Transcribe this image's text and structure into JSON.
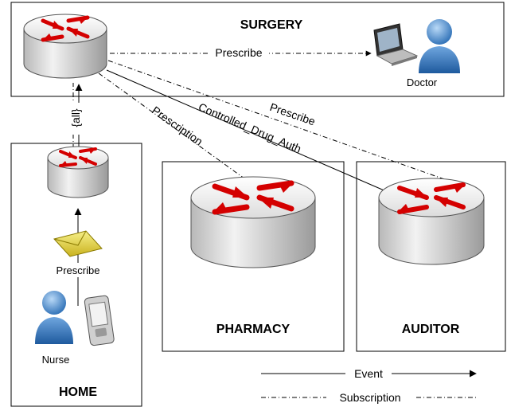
{
  "zones": {
    "surgery": "SURGERY",
    "pharmacy": "PHARMACY",
    "auditor": "AUDITOR",
    "home": "HOME"
  },
  "actors": {
    "doctor": "Doctor",
    "nurse": "Nurse"
  },
  "edges": {
    "prescribe_doctor": "Prescribe",
    "prescribe_auditor": "Prescribe",
    "controlled_drug_auth": "Controlled_Drug_Auth",
    "prescription": "Prescription",
    "all": "{all}",
    "prescribe_home": "Prescribe"
  },
  "legend": {
    "event": "Event",
    "subscription": "Subscription"
  }
}
